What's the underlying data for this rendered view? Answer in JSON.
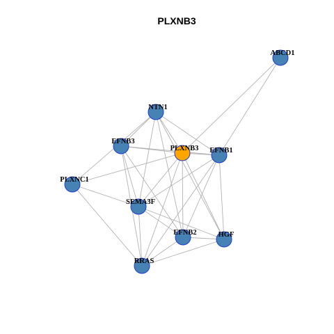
{
  "title": "PLXNB3",
  "colors": {
    "node_default": "#4682b4",
    "node_focus": "#ffa500",
    "node_border": "#1f3bd1",
    "edge": "#b3b3b3"
  },
  "network": {
    "nodes": [
      {
        "id": "ABCD1",
        "label": "ABCD1",
        "focus": false
      },
      {
        "id": "NTN1",
        "label": "NTN1",
        "focus": false
      },
      {
        "id": "EFNB3",
        "label": "EFNB3",
        "focus": false
      },
      {
        "id": "PLXNB3",
        "label": "PLXNB3",
        "focus": true
      },
      {
        "id": "EFNB1",
        "label": "EFNB1",
        "focus": false
      },
      {
        "id": "PLXNC1",
        "label": "PLXNC1",
        "focus": false
      },
      {
        "id": "SEMA3F",
        "label": "SEMA3F",
        "focus": false
      },
      {
        "id": "EFNB2",
        "label": "EFNB2",
        "focus": false
      },
      {
        "id": "HGF",
        "label": "HGF",
        "focus": false
      },
      {
        "id": "RRAS",
        "label": "RRAS",
        "focus": false
      }
    ],
    "edges": [
      [
        "ABCD1",
        "PLXNB3"
      ],
      [
        "ABCD1",
        "EFNB1"
      ],
      [
        "NTN1",
        "EFNB3"
      ],
      [
        "NTN1",
        "PLXNB3"
      ],
      [
        "NTN1",
        "EFNB1"
      ],
      [
        "NTN1",
        "SEMA3F"
      ],
      [
        "NTN1",
        "EFNB2"
      ],
      [
        "NTN1",
        "HGF"
      ],
      [
        "NTN1",
        "PLXNC1"
      ],
      [
        "EFNB3",
        "PLXNB3"
      ],
      [
        "EFNB3",
        "EFNB1"
      ],
      [
        "EFNB3",
        "SEMA3F"
      ],
      [
        "EFNB3",
        "EFNB2"
      ],
      [
        "EFNB3",
        "RRAS"
      ],
      [
        "PLXNB3",
        "EFNB1"
      ],
      [
        "PLXNB3",
        "PLXNC1"
      ],
      [
        "PLXNB3",
        "SEMA3F"
      ],
      [
        "PLXNB3",
        "EFNB2"
      ],
      [
        "PLXNB3",
        "HGF"
      ],
      [
        "PLXNB3",
        "RRAS"
      ],
      [
        "EFNB1",
        "SEMA3F"
      ],
      [
        "EFNB1",
        "EFNB2"
      ],
      [
        "EFNB1",
        "HGF"
      ],
      [
        "EFNB1",
        "RRAS"
      ],
      [
        "PLXNC1",
        "SEMA3F"
      ],
      [
        "PLXNC1",
        "RRAS"
      ],
      [
        "SEMA3F",
        "EFNB2"
      ],
      [
        "SEMA3F",
        "HGF"
      ],
      [
        "SEMA3F",
        "RRAS"
      ],
      [
        "EFNB2",
        "HGF"
      ],
      [
        "EFNB2",
        "RRAS"
      ],
      [
        "HGF",
        "RRAS"
      ]
    ]
  }
}
